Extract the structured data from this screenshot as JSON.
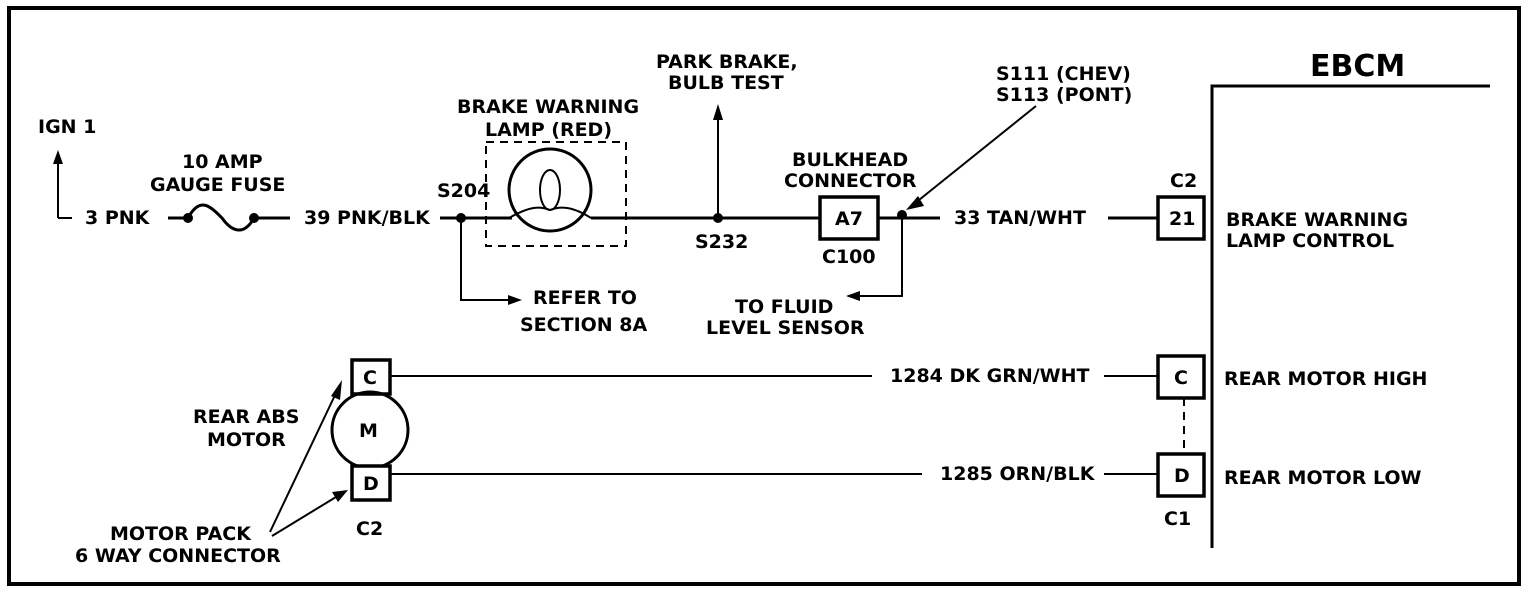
{
  "labels": {
    "ebcm": "EBCM",
    "ign1": "IGN 1",
    "fuse_line1": "10 AMP",
    "fuse_line2": "GAUGE FUSE",
    "wire_3pnk": "3 PNK",
    "wire_39": "39 PNK/BLK",
    "s204": "S204",
    "lamp_line1": "BRAKE WARNING",
    "lamp_line2": "LAMP (RED)",
    "park_line1": "PARK BRAKE,",
    "park_line2": "BULB TEST",
    "s232": "S232",
    "bulkhead_line1": "BULKHEAD",
    "bulkhead_line2": "CONNECTOR",
    "a7": "A7",
    "c100": "C100",
    "s111": "S111 (CHEV)",
    "s113": "S113 (PONT)",
    "wire_33": "33 TAN/WHT",
    "c2_top": "C2",
    "pin21": "21",
    "bwlc_line1": "BRAKE WARNING",
    "bwlc_line2": "LAMP CONTROL",
    "refer_line1": "REFER TO",
    "refer_line2": "SECTION 8A",
    "fluid_line1": "TO FLUID",
    "fluid_line2": "LEVEL SENSOR",
    "motor_c": "C",
    "motor_d": "D",
    "motor_m": "M",
    "motor_c2": "C2",
    "rear_abs_line1": "REAR ABS",
    "rear_abs_line2": "MOTOR",
    "motor_pack_line1": "MOTOR PACK",
    "motor_pack_line2": "6 WAY CONNECTOR",
    "wire_1284": "1284 DK GRN/WHT",
    "wire_1285": "1285 ORN/BLK",
    "ebcm_c": "C",
    "ebcm_d": "D",
    "c1": "C1",
    "rear_high": "REAR MOTOR HIGH",
    "rear_low": "REAR MOTOR LOW"
  }
}
